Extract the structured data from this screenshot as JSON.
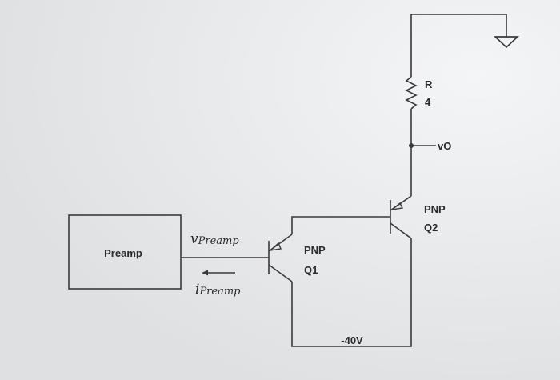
{
  "labels": {
    "preamp": "Preamp",
    "v_symbol": "v",
    "v_sub": "Preamp",
    "i_symbol": "i",
    "i_sub": "Preamp",
    "q1_type": "PNP",
    "q1_name": "Q1",
    "q2_type": "PNP",
    "q2_name": "Q2",
    "resistor_name_r": "R",
    "resistor_name_4": "4",
    "vo": "vO",
    "supply": "-40V"
  },
  "colors": {
    "background": "#e9eaec",
    "wire": "#3a3a3a",
    "text": "#2a2a2a"
  }
}
